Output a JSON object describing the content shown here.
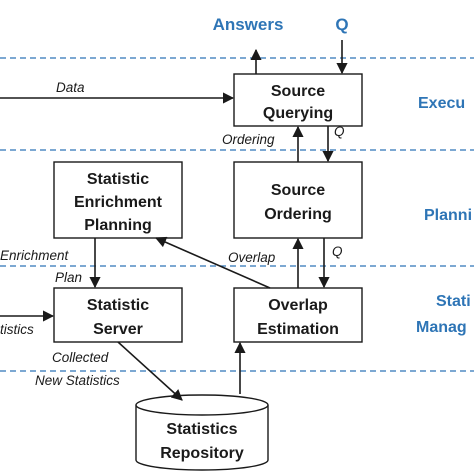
{
  "colors": {
    "accent": "#2e75b6",
    "ink": "#1a1a1a"
  },
  "io": {
    "answers": "Answers",
    "q": "Q"
  },
  "lanes": {
    "execution": "Execu",
    "planning": "Planni",
    "stat_line1": "Stati",
    "stat_line2": "Manag"
  },
  "boxes": {
    "source_querying": [
      "Source",
      "Querying"
    ],
    "source_ordering": [
      "Source",
      "Ordering"
    ],
    "enrichment_planning": [
      "Statistic",
      "Enrichment",
      "Planning"
    ],
    "statistic_server": [
      "Statistic",
      "Server"
    ],
    "overlap_estimation": [
      "Overlap",
      "Estimation"
    ],
    "statistics_repository": [
      "Statistics",
      "Repository"
    ]
  },
  "edge_labels": {
    "data": "Data",
    "ordering": "Ordering",
    "q_exec": "Q",
    "overlap": "Overlap",
    "q_plan": "Q",
    "enrichment": "Enrichment",
    "plan": "Plan",
    "statistics_cut": "tistics",
    "collected": "Collected",
    "new_statistics": "New Statistics"
  }
}
